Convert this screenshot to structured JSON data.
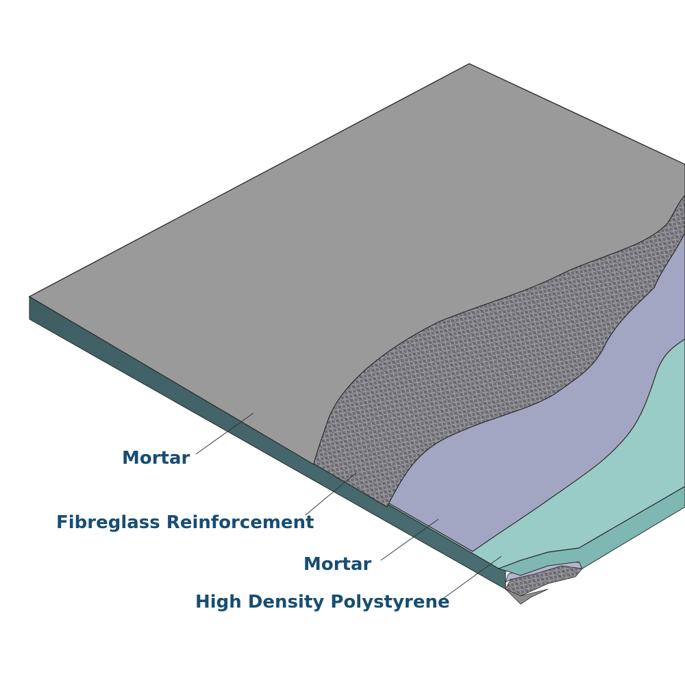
{
  "layers": [
    {
      "id": "mortar-top",
      "label": "Mortar",
      "color": "#9a9a9a"
    },
    {
      "id": "fibreglass",
      "label": "Fibreglass Reinforcement",
      "color": "#6e6e74"
    },
    {
      "id": "mortar-mid",
      "label": "Mortar",
      "color": "#a3a6c2"
    },
    {
      "id": "polystyrene",
      "label": "High Density Polystyrene",
      "color": "#99cbc7"
    }
  ],
  "colors": {
    "label_text": "#174d73",
    "slab_edge": "#3c5a5f",
    "outline": "#2a2a2a",
    "leader_line": "#333333"
  }
}
